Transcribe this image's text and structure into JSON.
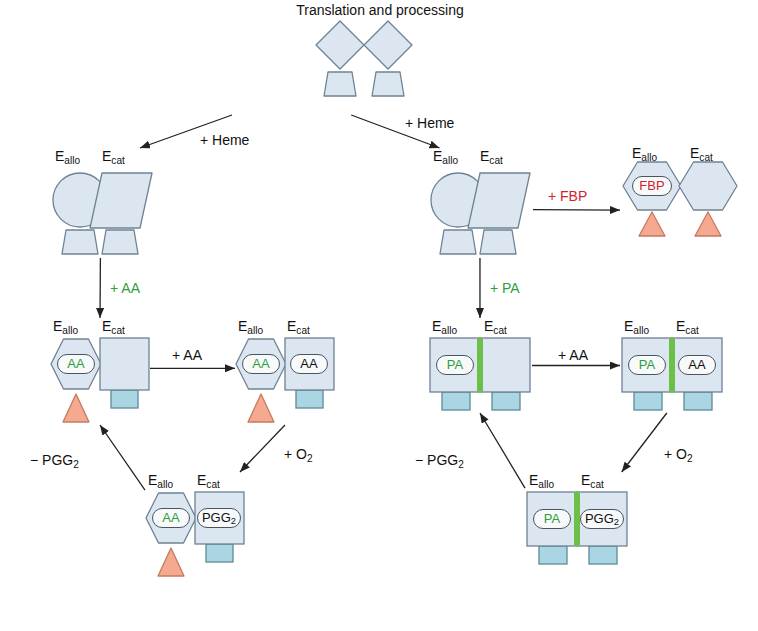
{
  "diagram": {
    "nodes": [
      {
        "text": [
          "Translation and processing"
        ]
      },
      {
        "text": [
          "Eallo",
          "Ecat"
        ]
      },
      {
        "text": [
          "Eallo",
          "Ecat"
        ]
      },
      {
        "text": [
          "Eallo",
          "Ecat"
        ]
      },
      {
        "text": [
          "FBP"
        ],
        "in": 3
      },
      {
        "text": [
          "Eallo",
          "Ecat"
        ]
      },
      {
        "text": [
          "AA"
        ],
        "in": 5
      },
      {
        "text": [
          "Eallo",
          "Ecat"
        ]
      },
      {
        "text": [
          "AA"
        ],
        "in": 7
      },
      {
        "text": [
          "AA"
        ],
        "in": 7
      },
      {
        "text": [
          "Eallo",
          "Ecat"
        ]
      },
      {
        "text": [
          "PA"
        ],
        "in": 10
      },
      {
        "text": [
          "Eallo",
          "Ecat"
        ]
      },
      {
        "text": [
          "PA"
        ],
        "in": 12
      },
      {
        "text": [
          "AA"
        ],
        "in": 12
      },
      {
        "text": [
          "Eallo",
          "Ecat"
        ]
      },
      {
        "text": [
          "AA"
        ],
        "in": 15
      },
      {
        "text": [
          "PGG2"
        ],
        "in": 15
      },
      {
        "text": [
          "Eallo",
          "Ecat"
        ]
      },
      {
        "text": [
          "PA"
        ],
        "in": 18
      },
      {
        "text": [
          "PGG2"
        ],
        "in": 18
      }
    ],
    "edges": [
      {
        "from": 0,
        "to": 1,
        "label": "+ Heme",
        "arrow": "to"
      },
      {
        "from": 0,
        "to": 2,
        "label": "+ Heme",
        "arrow": "to"
      },
      {
        "from": 2,
        "to": 3,
        "label": "+ FBP",
        "arrow": "to"
      },
      {
        "from": 1,
        "to": 5,
        "label": "+ AA",
        "arrow": "to"
      },
      {
        "from": 5,
        "to": 7,
        "label": "+ AA",
        "arrow": "to"
      },
      {
        "from": 7,
        "to": 15,
        "label": "+ O2",
        "arrow": "to"
      },
      {
        "from": 15,
        "to": 5,
        "label": "− PGG2",
        "arrow": "to"
      },
      {
        "from": 2,
        "to": 10,
        "label": "+ PA",
        "arrow": "to"
      },
      {
        "from": 10,
        "to": 12,
        "label": "+ AA",
        "arrow": "to"
      },
      {
        "from": 12,
        "to": 18,
        "label": "+ O2",
        "arrow": "to"
      },
      {
        "from": 18,
        "to": 10,
        "label": "− PGG2",
        "arrow": "to"
      }
    ]
  }
}
